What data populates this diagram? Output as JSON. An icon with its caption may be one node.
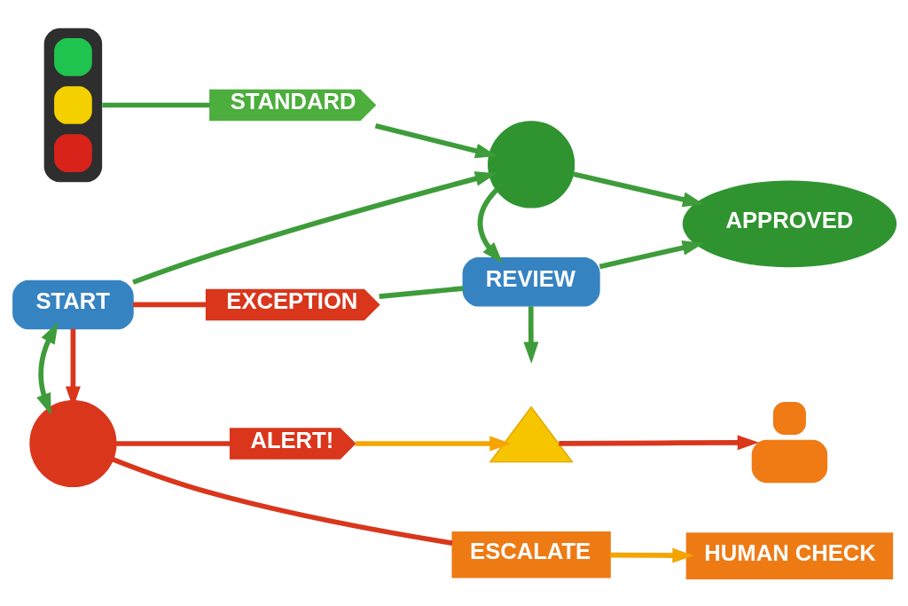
{
  "diagram": {
    "nodes": [
      {
        "text": [],
        "shape": "picture"
      },
      {
        "text": [
          "STANDARD"
        ]
      },
      {
        "text": [
          "START"
        ]
      },
      {
        "text": [],
        "shape": "circle"
      },
      {
        "text": [
          "APPROVED"
        ]
      },
      {
        "text": [
          "EXCEPTION"
        ]
      },
      {
        "text": [
          "REVIEW"
        ]
      },
      {
        "text": [],
        "shape": "circle"
      },
      {
        "text": [
          "ALERT!"
        ]
      },
      {
        "text": [],
        "shape": "triangle"
      },
      {
        "text": [
          "ESCALATE"
        ]
      },
      {
        "text": [],
        "shape": "person"
      },
      {
        "text": [
          "HUMAN CHECK"
        ]
      }
    ],
    "edges": [
      {
        "from": 0,
        "to": 1,
        "arrow": "none"
      },
      {
        "from": 1,
        "to": 3,
        "arrow": "to"
      },
      {
        "from": 2,
        "to": 3,
        "arrow": "to"
      },
      {
        "from": 3,
        "to": 4,
        "arrow": "to"
      },
      {
        "from": 3,
        "to": 6,
        "arrow": "to"
      },
      {
        "from": 6,
        "to": 4,
        "arrow": "to"
      },
      {
        "from": 6,
        "to": null,
        "arrow": "to"
      },
      {
        "from": 2,
        "to": 5,
        "arrow": "none",
        "color": "#d9361c"
      },
      {
        "from": 5,
        "to": 6,
        "arrow": "none"
      },
      {
        "from": 2,
        "to": 7,
        "arrow": "to",
        "color": "#d9361c"
      },
      {
        "from": 7,
        "to": 2,
        "arrow": "both"
      },
      {
        "from": 7,
        "to": 8,
        "arrow": "none",
        "color": "#d9361c"
      },
      {
        "from": 8,
        "to": 9,
        "arrow": "to",
        "color": "#f5a400"
      },
      {
        "from": 9,
        "to": 11,
        "arrow": "to",
        "color": "#d9361c"
      },
      {
        "from": 10,
        "to": 12,
        "arrow": "to",
        "color": "#f5a400"
      },
      {
        "from": 7,
        "to": 10,
        "arrow": "none",
        "color": "#d9361c"
      }
    ]
  }
}
